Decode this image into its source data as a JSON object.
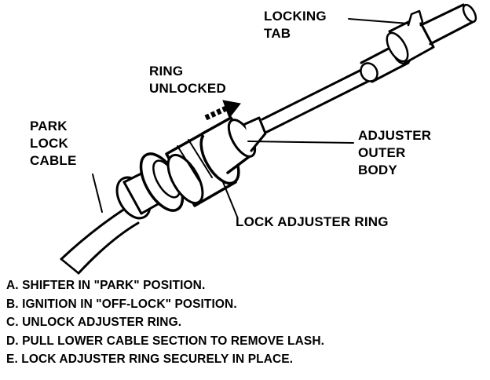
{
  "labels": {
    "locking_tab": [
      "LOCKING",
      "TAB"
    ],
    "ring_unlocked": [
      "RING",
      "UNLOCKED"
    ],
    "park_lock_cable": [
      "PARK",
      "LOCK",
      "CABLE"
    ],
    "adjuster_outer_body": [
      "ADJUSTER",
      "OUTER",
      "BODY"
    ],
    "lock_adjuster_ring": "LOCK ADJUSTER RING"
  },
  "steps": [
    "A. SHIFTER IN \"PARK\" POSITION.",
    "B. IGNITION IN \"OFF-LOCK\" POSITION.",
    "C. UNLOCK ADJUSTER RING.",
    "D. PULL LOWER CABLE SECTION TO REMOVE LASH.",
    "E. LOCK ADJUSTER RING SECURELY IN PLACE."
  ],
  "colors": {
    "ink": "#000000",
    "paper": "#ffffff"
  },
  "icons": {
    "direction_arrow": "arrow-up-right-icon"
  }
}
